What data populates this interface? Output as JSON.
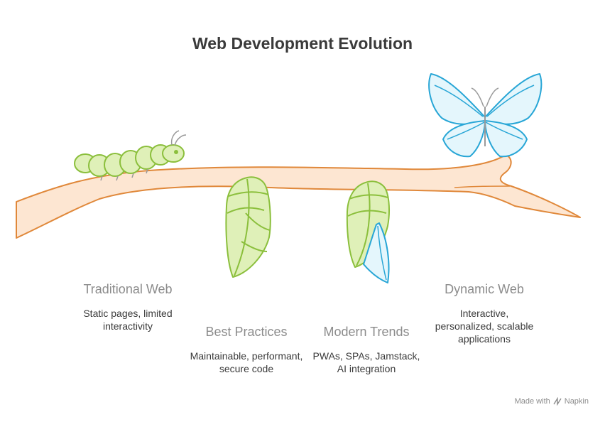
{
  "title": "Web Development Evolution",
  "stages": [
    {
      "title": "Traditional Web",
      "description": "Static pages, limited interactivity"
    },
    {
      "title": "Best Practices",
      "description": "Maintainable, performant, secure code"
    },
    {
      "title": "Modern Trends",
      "description": "PWAs, SPAs, Jamstack, AI integration"
    },
    {
      "title": "Dynamic Web",
      "description": "Interactive, personalized, scalable applications"
    }
  ],
  "footer": {
    "made_with": "Made with",
    "brand": "Napkin"
  },
  "colors": {
    "branch_stroke": "#e0883a",
    "branch_fill": "#fde6d2",
    "caterpillar_stroke": "#8bbf3c",
    "caterpillar_fill": "#dff0b8",
    "wing_stroke": "#28a6d6",
    "wing_fill": "#e4f6fc"
  },
  "icons": [
    "caterpillar-icon",
    "chrysalis-icon",
    "emerging-chrysalis-icon",
    "butterfly-icon"
  ]
}
